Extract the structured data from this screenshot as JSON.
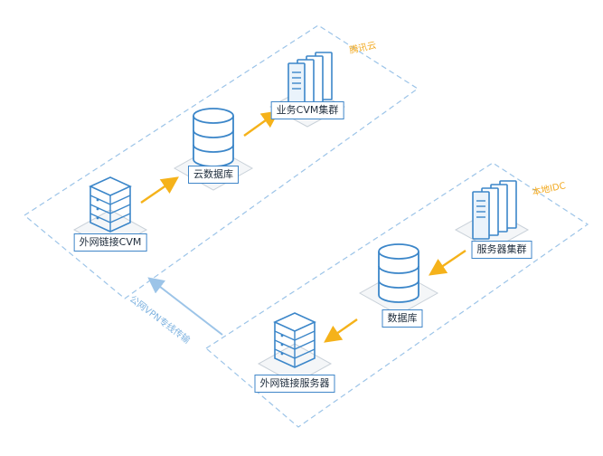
{
  "zones": {
    "cloud": {
      "label": "腾讯云"
    },
    "idc": {
      "label": "本地IDC"
    }
  },
  "nodes": {
    "cvm_cluster": {
      "label": "业务CVM集群"
    },
    "cloud_db": {
      "label": "云数据库"
    },
    "ext_cvm": {
      "label": "外网链接CVM"
    },
    "server_cluster": {
      "label": "服务器集群"
    },
    "idc_db": {
      "label": "数据库"
    },
    "ext_server": {
      "label": "外网链接服务器"
    }
  },
  "note": {
    "label": "公网VPN专线传输"
  },
  "colors": {
    "zone_border": "#9cc4e8",
    "arrow": "#f5b21a",
    "icon_blue": "#3b86c9",
    "note_arrow": "#9cc4e8"
  }
}
